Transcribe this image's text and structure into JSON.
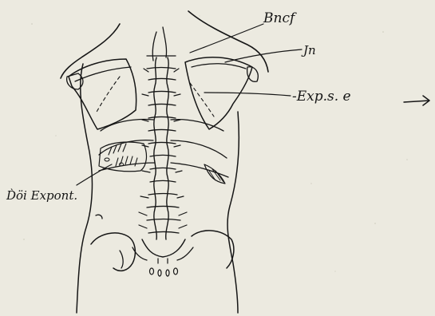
{
  "figure": {
    "paper_color": "#eceae0",
    "ink_color": "#161616",
    "labels": {
      "top": "Bncf",
      "upper_right": "Jn",
      "right": "-Exp.s. e",
      "left": "D̀öi Expont."
    }
  }
}
